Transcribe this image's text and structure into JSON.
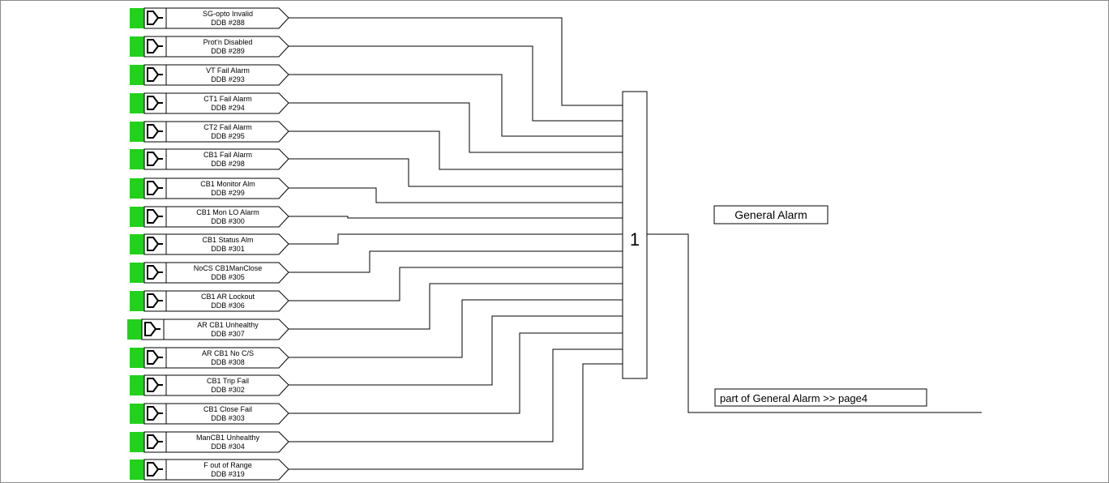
{
  "gate": {
    "label": "1",
    "type": "OR"
  },
  "output_label": "General Alarm",
  "page_link_label": "part of General Alarm >> page4",
  "colors": {
    "input_green": "#22d11b",
    "line": "#000000",
    "background": "#ffffff"
  },
  "inputs": [
    {
      "name": "SG-opto Invalid",
      "ddb": "DDB #288"
    },
    {
      "name": "Prot'n Disabled",
      "ddb": "DDB #289"
    },
    {
      "name": "VT Fail Alarm",
      "ddb": "DDB #293"
    },
    {
      "name": "CT1 Fail Alarm",
      "ddb": "DDB #294"
    },
    {
      "name": "CT2 Fail Alarm",
      "ddb": "DDB #295"
    },
    {
      "name": "CB1 Fail Alarm",
      "ddb": "DDB #298"
    },
    {
      "name": "CB1 Monitor Alm",
      "ddb": "DDB #299"
    },
    {
      "name": "CB1 Mon LO Alarm",
      "ddb": "DDB #300"
    },
    {
      "name": "CB1 Status Alm",
      "ddb": "DDB #301"
    },
    {
      "name": "NoCS CB1ManClose",
      "ddb": "DDB #305"
    },
    {
      "name": "CB1 AR Lockout",
      "ddb": "DDB #306"
    },
    {
      "name": "AR CB1 Unhealthy",
      "ddb": "DDB #307"
    },
    {
      "name": "AR CB1 No C/S",
      "ddb": "DDB #308"
    },
    {
      "name": "CB1 Trip Fail",
      "ddb": "DDB #302"
    },
    {
      "name": "CB1 Close Fail",
      "ddb": "DDB #303"
    },
    {
      "name": "ManCB1 Unhealthy",
      "ddb": "DDB #304"
    },
    {
      "name": "F out of Range",
      "ddb": "DDB #319"
    }
  ]
}
